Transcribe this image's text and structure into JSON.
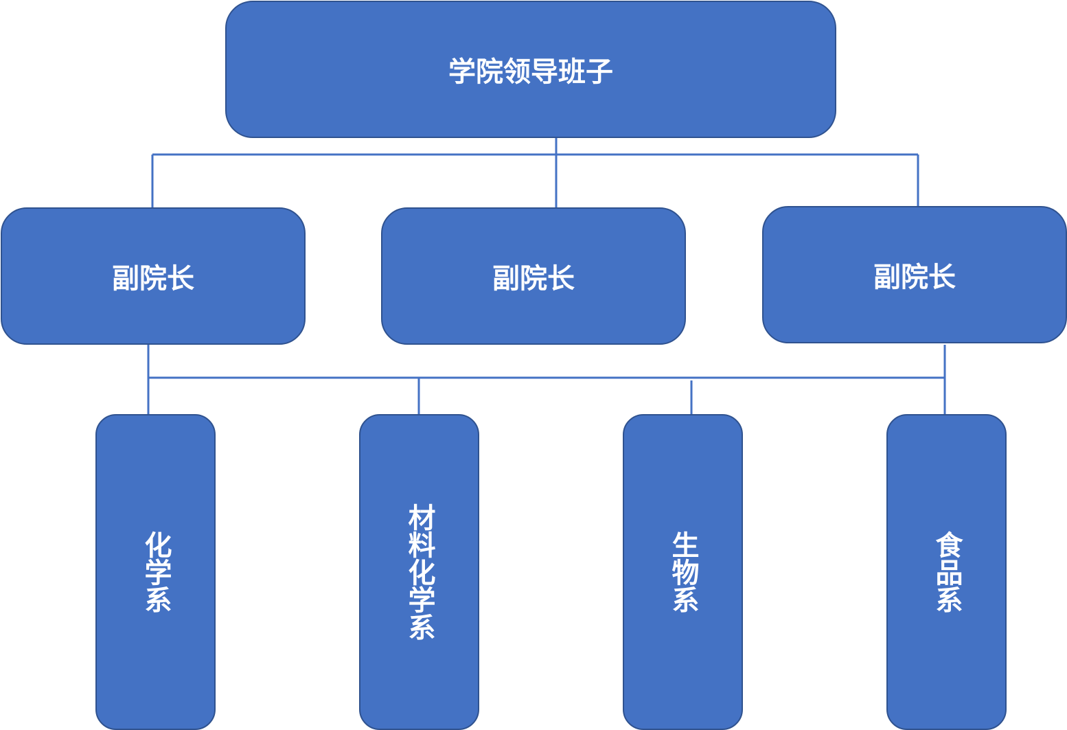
{
  "org_chart": {
    "top": {
      "label": "学院领导班子"
    },
    "vice_deans": [
      {
        "label": "副院长"
      },
      {
        "label": "副院长"
      },
      {
        "label": "副院长"
      }
    ],
    "departments": [
      {
        "label": "化学系"
      },
      {
        "label": "材料化学系"
      },
      {
        "label": "生物系"
      },
      {
        "label": "食品系"
      }
    ]
  },
  "colors": {
    "node_fill": "#4472C4",
    "node_border": "#2F528F",
    "connector": "#4472C4",
    "text": "#FFFFFF"
  }
}
